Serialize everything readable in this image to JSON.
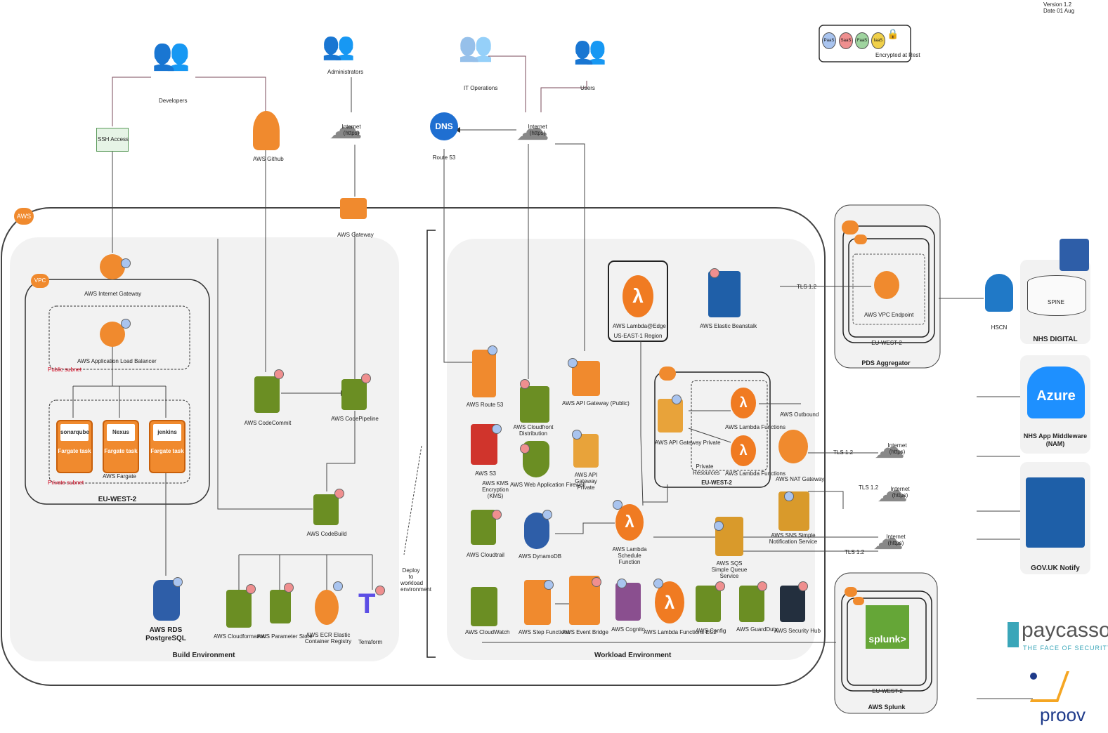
{
  "version_note": [
    "Version 1.2",
    "Date 01 Aug"
  ],
  "legend": {
    "items": [
      "PaaS",
      "SaaS",
      "FaaS",
      "IaaS"
    ],
    "encryption_label": "Encrypted at Rest"
  },
  "actors": {
    "developers": "Developers",
    "administrators": "Administrators",
    "it_operations": "IT Operations",
    "users": "Users"
  },
  "top": {
    "ssh_access": "SSH Access",
    "aws_github": "AWS Github",
    "internet_left": "Internet (https)",
    "internet_mid": "Internet (https)",
    "route53": "Route 53",
    "aws_gateway": "AWS Gateway"
  },
  "aws_badge": "AWS",
  "build_env": {
    "title": "Build Environment",
    "vpc": "VPC",
    "internet_gateway": "AWS Internet Gateway",
    "alb": "AWS Application Load Balancer",
    "public_subnet": "Public subnet",
    "private_subnet": "Private subnet",
    "region": "EU-WEST-2",
    "fargate_label": "AWS Fargate",
    "tasks": [
      {
        "logo": "sonarqube",
        "text": "Fargate task"
      },
      {
        "logo": "Nexus",
        "text": "Fargate task"
      },
      {
        "logo": "jenkins",
        "text": "Fargate task"
      }
    ],
    "codecommit": "AWS CodeCommit",
    "codepipeline": "AWS CodePipeline",
    "codebuild": "AWS CodeBuild",
    "rds_title": "AWS RDS",
    "rds_sub": "PostgreSQL",
    "cloudformation": "AWS Cloudformation",
    "parameter_store": "AWS Parameter Store",
    "ecr": "AWS ECR Elastic Container Registry",
    "terraform": "Terraform",
    "deploy_note": "Deploy to workload environment"
  },
  "workload_env": {
    "title": "Workload Environment",
    "lambda_edge_title": "AWS Lambda@Edge",
    "lambda_edge_box": "US-EAST-1 Region",
    "elastic_beanstalk": "AWS Elastic Beanstalk",
    "route53": "AWS Route 53",
    "cloudfront": "AWS Cloudfront Distribution",
    "api_gateway_public": "AWS API Gateway (Public)",
    "s3": "AWS S3",
    "kms": "AWS KMS Encryption (KMS)",
    "waf": "AWS Web Application Firewall",
    "api_gateway_private": "AWS API Gateway Private",
    "lambda_functions_1": "AWS Lambda Functions",
    "lambda_functions_2": "AWS Lambda Functions",
    "private_resources": "Private Resources",
    "eu_west_2": "EU-WEST-2",
    "outbound": "AWS Outbound",
    "nat_gateway": "AWS NAT Gateway",
    "cloudtrail": "AWS Cloudtrail",
    "dynamodb": "AWS DynamoDB",
    "lambda_schedule": "AWS Lambda Schedule Function",
    "sns": "AWS SNS Simple Notification Service",
    "sqs": "AWS SQS Simple Queue Service",
    "cloudwatch": "AWS CloudWatch",
    "step_functions": "AWS Step Functions",
    "event_bridge": "AWS Event Bridge",
    "cognito": "AWS Cognito",
    "lambda_tiers": "AWS Lambda Functions EC2",
    "config": "AWS Config",
    "guardduty": "AWS GuardDuty",
    "security_hub": "AWS Security Hub"
  },
  "right": {
    "pds_title": "PDS Aggregator",
    "pds_inner": "AWS VPC Endpoint",
    "pds_region": "EU-WEST-2",
    "splunk_title": "AWS Splunk",
    "splunk_region": "EU-WEST-2",
    "splunk_logo": "splunk>",
    "tls_1": "TLS 1.2",
    "tls_2": "TLS 1.2",
    "tls_3": "TLS 1.2",
    "tls_4": "TLS 1.2",
    "internet_a": "Internet (https)",
    "internet_b": "Internet (https)",
    "internet_c": "Internet (https)",
    "hscn": "HSCN",
    "spine": "SPINE",
    "nhs_digital": "NHS DIGITAL",
    "azure": "Azure",
    "nhs_app": "NHS App Middleware (NAM)",
    "gov_notify": "GOV.UK Notify",
    "paycasso": "paycasso",
    "paycasso_tag": "THE FACE OF SECURITY",
    "iproov": "proov"
  },
  "colors": {
    "orange": "#f08a2e",
    "green": "#6b8e23",
    "lambda": "#f07b22",
    "azure": "#1e90ff"
  }
}
